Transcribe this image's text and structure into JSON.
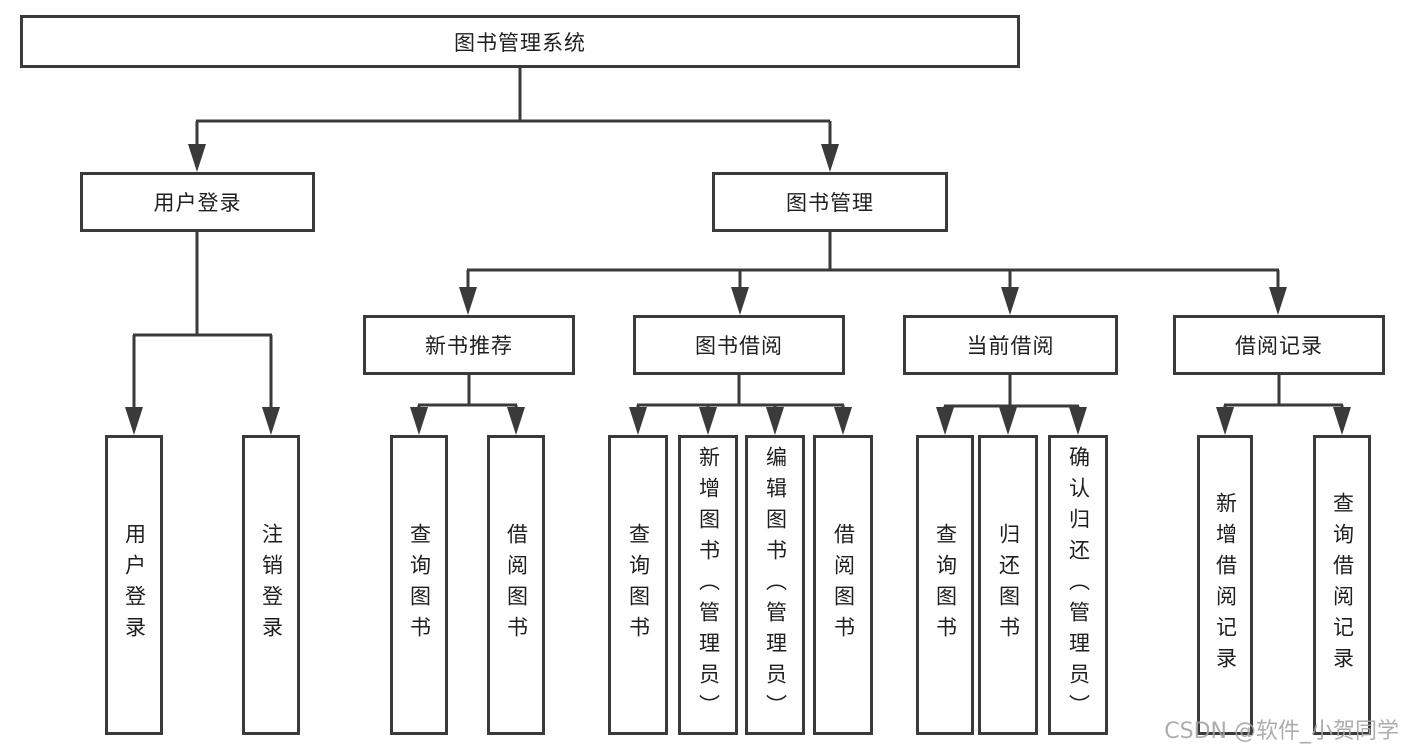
{
  "diagram_title": "图书管理系统",
  "nodes": {
    "root": "图书管理系统",
    "user_login": "用户登录",
    "book_mgmt": "图书管理",
    "new_book_rec": "新书推荐",
    "book_borrow": "图书借阅",
    "current_borrow": "当前借阅",
    "borrow_records": "借阅记录",
    "leaf_user_login": "用户登录",
    "leaf_logout": "注销登录",
    "leaf_query_book_rec": "查询图书",
    "leaf_borrow_book_rec": "借阅图书",
    "leaf_query_book_borrow": "查询图书",
    "leaf_add_book": "新增图书（管理员）",
    "leaf_edit_book": "编辑图书（管理员）",
    "leaf_borrow_book_borrow": "借阅图书",
    "leaf_query_book_current": "查询图书",
    "leaf_return_book": "归还图书",
    "leaf_confirm_return": "确认归还（管理员）",
    "leaf_add_borrow_record": "新增借阅记录",
    "leaf_query_borrow_record": "查询借阅记录"
  },
  "colors": {
    "line": "#3a3a3a",
    "text": "#1f1f1f",
    "background": "#ffffff",
    "watermark": "#a4a4a4"
  },
  "watermark": "CSDN @软件_小贺同学"
}
